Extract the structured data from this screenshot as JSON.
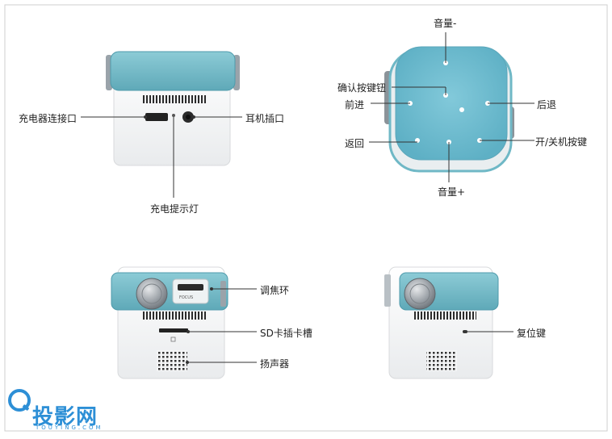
{
  "labels": {
    "charger_port": "充电器连接口",
    "headphone_jack": "耳机插口",
    "charge_light": "充电提示灯",
    "volume_down": "音量-",
    "confirm_key": "确认按键钮",
    "forward": "前进",
    "back_step": "后退",
    "return": "返回",
    "power_key": "开/关机按键",
    "volume_up": "音量+",
    "focus_ring": "调焦环",
    "sd_slot": "SD卡插卡槽",
    "speaker": "扬声器",
    "reset_key": "复位键"
  },
  "device_text": {
    "focus": "FOCUS"
  },
  "watermark": {
    "name": "投影网",
    "domain": "TOUYING.COM"
  },
  "colors": {
    "accent": "#6fb8c6",
    "accent_dark": "#4a9aab",
    "body": "#f4f5f6",
    "line": "#333333",
    "logo": "#2d8fd6"
  }
}
